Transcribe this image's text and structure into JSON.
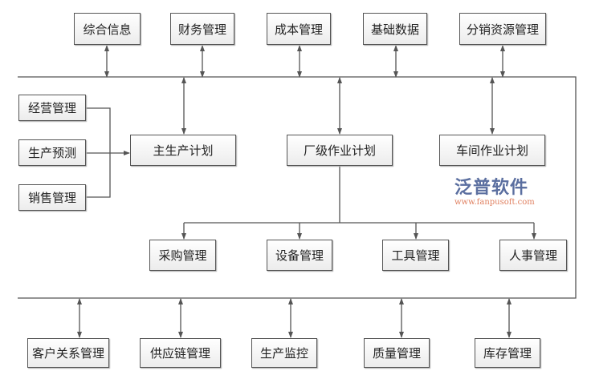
{
  "top_modules": [
    "综合信息",
    "财务管理",
    "成本管理",
    "基础数据",
    "分销资源管理"
  ],
  "inputs": [
    "经营管理",
    "生产预测",
    "销售管理"
  ],
  "plans": [
    "主生产计划",
    "厂级作业计划",
    "车间作业计划"
  ],
  "sub_modules": [
    "采购管理",
    "设备管理",
    "工具管理",
    "人事管理"
  ],
  "bottom_modules": [
    "客户关系管理",
    "供应链管理",
    "生产监控",
    "质量管理",
    "库存管理"
  ],
  "watermark": {
    "name": "泛普软件",
    "url": "www.fanpusoft.com"
  }
}
